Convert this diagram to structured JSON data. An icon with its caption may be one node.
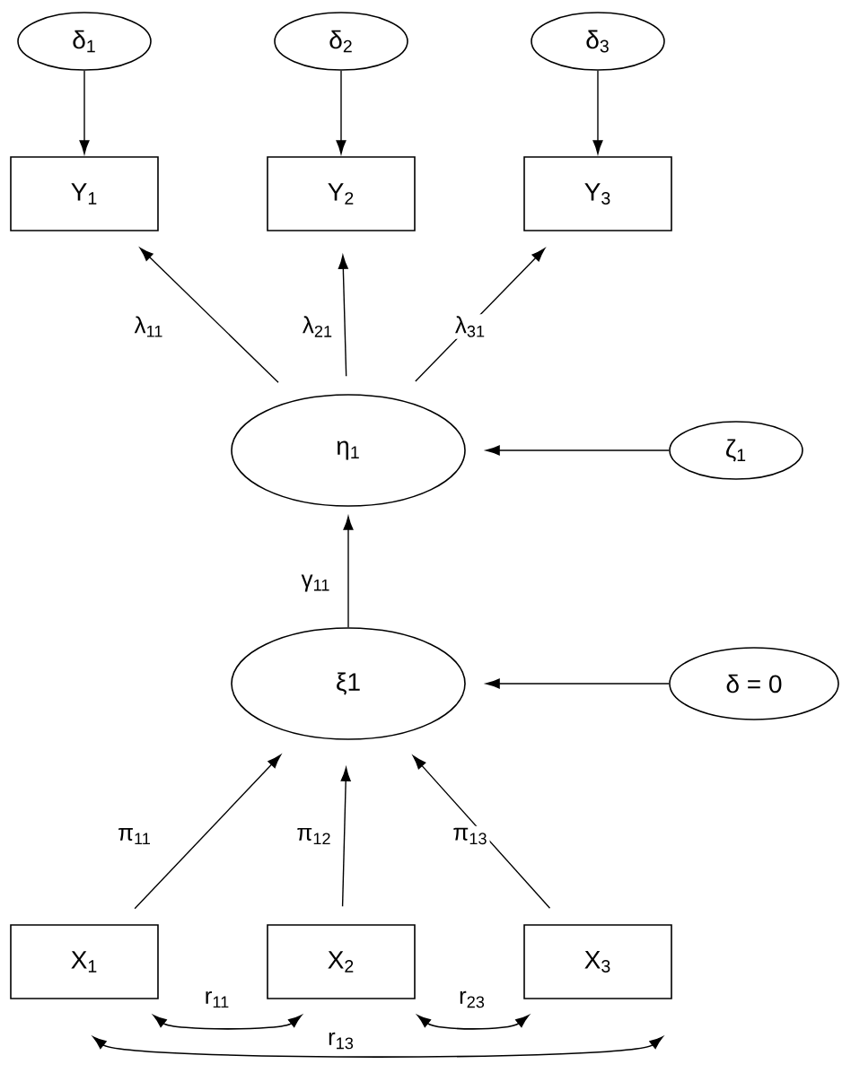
{
  "diagram": {
    "nodes": [
      {
        "text": [
          "δ$_{1}$"
        ]
      },
      {
        "text": [
          "δ$_{2}$"
        ]
      },
      {
        "text": [
          "δ$_{3}$"
        ]
      },
      {
        "text": [
          "Y$_{1}$"
        ]
      },
      {
        "text": [
          "Y$_{2}$"
        ]
      },
      {
        "text": [
          "Y$_{3}$"
        ]
      },
      {
        "text": [
          "η$_{1}$"
        ]
      },
      {
        "text": [
          "ζ$_{1}$"
        ]
      },
      {
        "text": [
          "ξ1"
        ]
      },
      {
        "text": [
          "δ = 0"
        ]
      },
      {
        "text": [
          "X$_{1}$"
        ]
      },
      {
        "text": [
          "X$_{2}$"
        ]
      },
      {
        "text": [
          "X$_{3}$"
        ]
      }
    ],
    "edges": [
      {
        "from": 0,
        "to": 3,
        "arrow": "to"
      },
      {
        "from": 1,
        "to": 4,
        "arrow": "to"
      },
      {
        "from": 2,
        "to": 5,
        "arrow": "to"
      },
      {
        "from": 6,
        "to": 3,
        "arrow": "to",
        "label": "λ$_{11}$"
      },
      {
        "from": 6,
        "to": 4,
        "arrow": "to",
        "label": "λ$_{21}$"
      },
      {
        "from": 6,
        "to": 5,
        "arrow": "to",
        "label": "λ$_{31}$"
      },
      {
        "from": 7,
        "to": 6,
        "arrow": "to"
      },
      {
        "from": 8,
        "to": 6,
        "arrow": "to",
        "label": "γ$_{11}$"
      },
      {
        "from": 9,
        "to": 8,
        "arrow": "to"
      },
      {
        "from": 10,
        "to": 8,
        "arrow": "to",
        "label": "π$_{11}$"
      },
      {
        "from": 11,
        "to": 8,
        "arrow": "to",
        "label": "π$_{12}$"
      },
      {
        "from": 12,
        "to": 8,
        "arrow": "to",
        "label": "π$_{13}$"
      },
      {
        "from": 10,
        "to": 11,
        "arrow": "both",
        "label": "r$_{11}$"
      },
      {
        "from": 11,
        "to": 12,
        "arrow": "both",
        "label": "r$_{23}$"
      },
      {
        "from": 10,
        "to": 12,
        "arrow": "both",
        "label": "r$_{13}$"
      }
    ]
  }
}
